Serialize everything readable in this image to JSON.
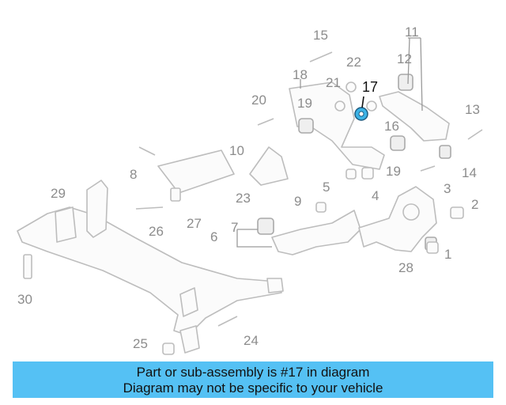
{
  "diagram": {
    "highlighted_part": "17",
    "callouts": [
      "1",
      "2",
      "3",
      "4",
      "5",
      "6",
      "7",
      "8",
      "9",
      "10",
      "11",
      "12",
      "13",
      "14",
      "15",
      "16",
      "17",
      "18",
      "19",
      "19",
      "20",
      "21",
      "22",
      "23",
      "24",
      "25",
      "26",
      "27",
      "28",
      "29",
      "30"
    ],
    "highlight_color": "#3bb3e6"
  },
  "banner": {
    "line1": "Part or sub-assembly is #17 in diagram",
    "line2": "Diagram may not be specific to your vehicle",
    "background": "#55c1f4"
  }
}
